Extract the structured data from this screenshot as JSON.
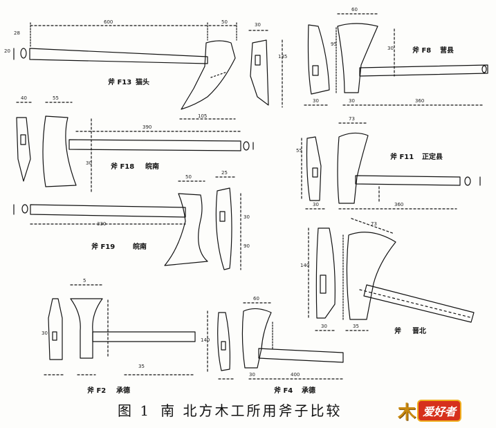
{
  "caption": {
    "figure": "图 1",
    "title": "南 北方木工所用斧子比较"
  },
  "logo": {
    "mark": "木",
    "word": "爱好者"
  },
  "labels": {
    "f13": "斧 F13",
    "f13_place": "猫头",
    "f8": "斧 F8",
    "f8_place": "营县",
    "f18": "斧 F18",
    "f18_place": "皖南",
    "f11": "斧 F11",
    "f11_place": "正定县",
    "f19": "斧 F19",
    "f19_place": "皖南",
    "jinbei": "斧",
    "jinbei_place": "晋北",
    "f2": "斧 F2",
    "f2_place": "承德",
    "f4": "斧 F4",
    "f4_place": "承德"
  },
  "dims": {
    "f13_len": "600",
    "f13_head": "50",
    "f13_side": "30",
    "f13_handle": "28",
    "f13_h1": "20",
    "f13_bottom": "105",
    "f13_vert": "135",
    "f8_top": "60",
    "f8_h": "30",
    "f8_v1": "95",
    "f8_b1": "30",
    "f8_b2": "30",
    "f8_len": "360",
    "f18_w1": "40",
    "f18_w2": "55",
    "f18_len": "390",
    "f18_hd": "30",
    "f11_top": "73",
    "f11_v": "55",
    "f11_len": "360",
    "f11_b": "30",
    "f19_w": "50",
    "f19_s": "25",
    "f19_len": "330",
    "f19_v": "90",
    "f19_h": "30",
    "jb_top": "73",
    "jb_b1": "30",
    "jb_b2": "35",
    "jb_v": "140",
    "f2_top": "5",
    "f2_v": "30",
    "f2_len": "35",
    "f4_top": "60",
    "f4_v": "140",
    "f4_len": "400",
    "f4_b": "30"
  }
}
